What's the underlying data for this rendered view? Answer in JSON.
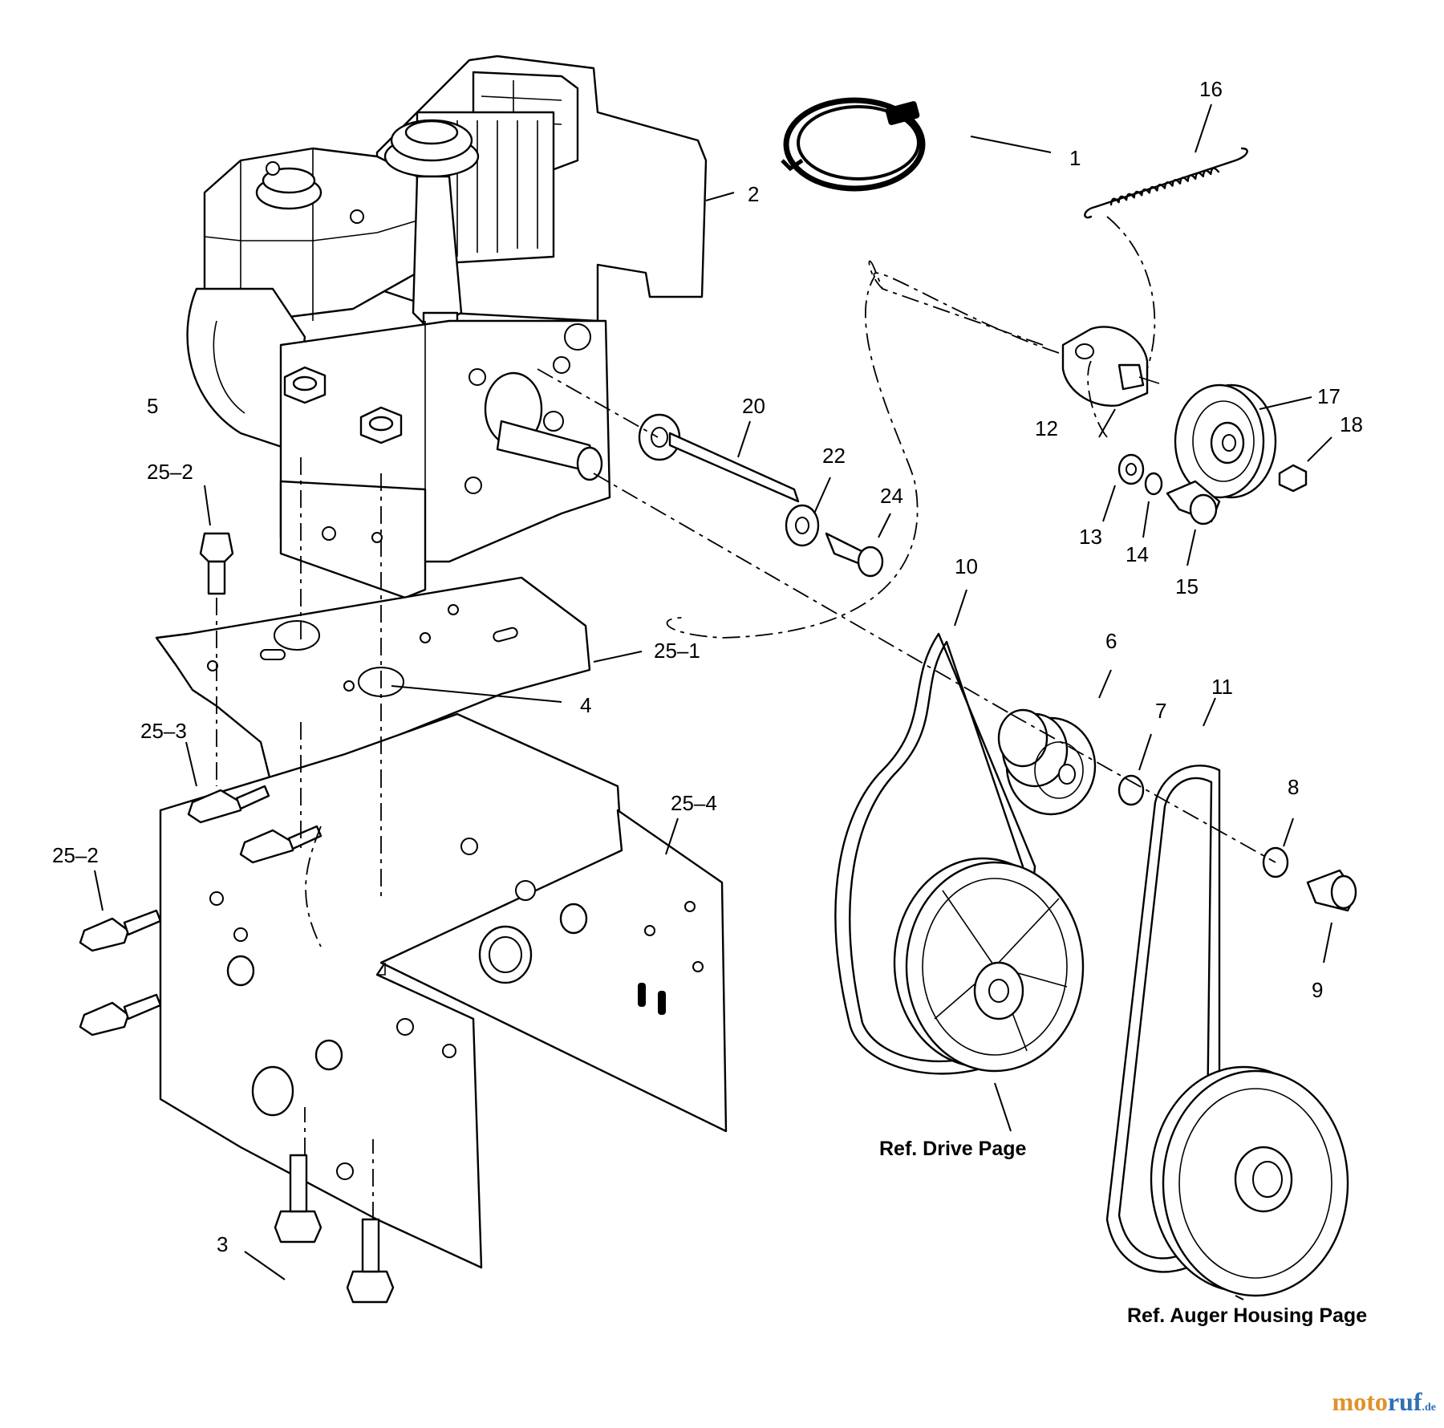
{
  "diagram": {
    "callouts": [
      {
        "id": "c1",
        "label": "1"
      },
      {
        "id": "c2",
        "label": "2"
      },
      {
        "id": "c3",
        "label": "3"
      },
      {
        "id": "c4",
        "label": "4"
      },
      {
        "id": "c5",
        "label": "5"
      },
      {
        "id": "c6",
        "label": "6"
      },
      {
        "id": "c7",
        "label": "7"
      },
      {
        "id": "c8",
        "label": "8"
      },
      {
        "id": "c9",
        "label": "9"
      },
      {
        "id": "c10",
        "label": "10"
      },
      {
        "id": "c11",
        "label": "11"
      },
      {
        "id": "c12",
        "label": "12"
      },
      {
        "id": "c13",
        "label": "13"
      },
      {
        "id": "c14",
        "label": "14"
      },
      {
        "id": "c15",
        "label": "15"
      },
      {
        "id": "c16",
        "label": "16"
      },
      {
        "id": "c17",
        "label": "17"
      },
      {
        "id": "c18",
        "label": "18"
      },
      {
        "id": "c20",
        "label": "20"
      },
      {
        "id": "c22",
        "label": "22"
      },
      {
        "id": "c24",
        "label": "24"
      },
      {
        "id": "c25-1",
        "label": "25–1"
      },
      {
        "id": "c25-2a",
        "label": "25–2"
      },
      {
        "id": "c25-2b",
        "label": "25–2"
      },
      {
        "id": "c25-3",
        "label": "25–3"
      },
      {
        "id": "c25-4",
        "label": "25–4"
      }
    ],
    "references": {
      "drive": "Ref. Drive Page",
      "auger": "Ref. Auger Housing Page"
    }
  },
  "watermark": {
    "part1": "moto",
    "part2": "ruf",
    "suffix": ".de"
  }
}
